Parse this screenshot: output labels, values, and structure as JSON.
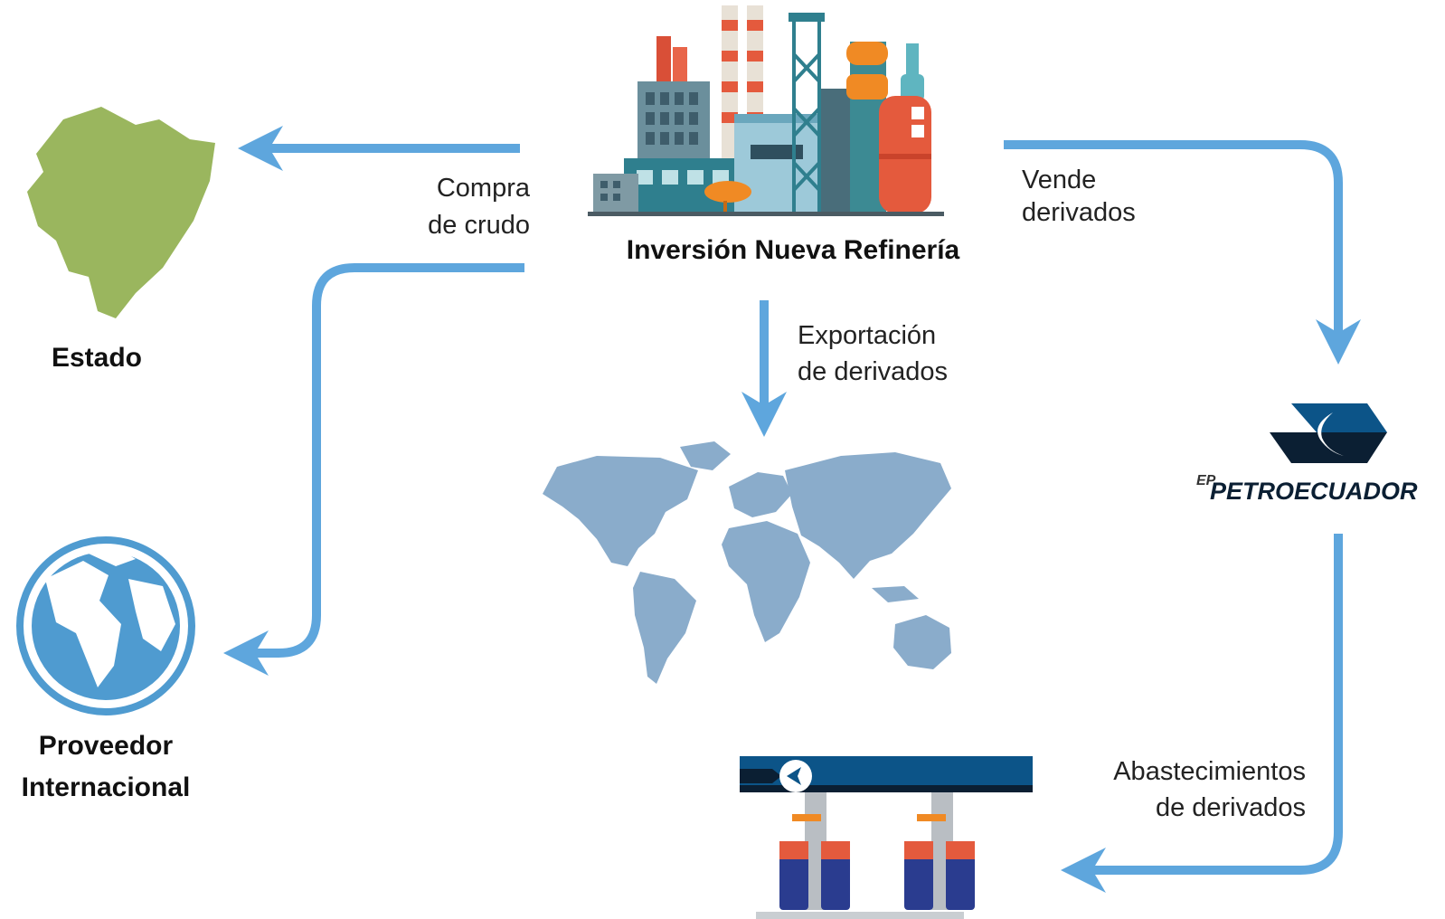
{
  "nodes": {
    "refinery": {
      "label": "Inversión Nueva Refinería"
    },
    "state": {
      "label": "Estado"
    },
    "provider": {
      "label_line1": "Proveedor",
      "label_line2": "Internacional"
    },
    "petroecuador": {
      "logo_prefix": "EP",
      "logo_text": "PETROECUADOR"
    }
  },
  "edges": {
    "buy_crude": {
      "line1": "Compra",
      "line2": "de crudo"
    },
    "sell_derivatives": {
      "line1": "Vende",
      "line2": "derivados"
    },
    "export": {
      "line1": "Exportación",
      "line2": "de derivados"
    },
    "supply": {
      "line1": "Abastecimientos",
      "line2": "de derivados"
    }
  },
  "colors": {
    "arrow": "#5ea6dd",
    "ecuador_map": "#9ab65e",
    "world_map": "#8aaccb",
    "globe_ocean": "#4f9bd0",
    "petro_blue": "#0c5488",
    "petro_dark": "#0b1f33"
  }
}
